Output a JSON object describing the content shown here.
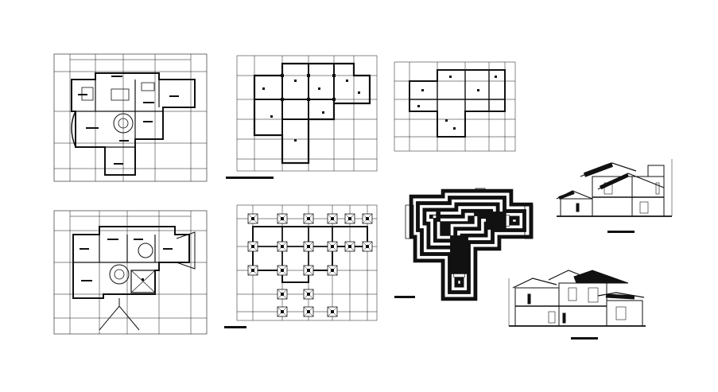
{
  "sheet": {
    "background": "#ffffff",
    "ink": "#111111",
    "panels": [
      {
        "id": "ground-floor-plan",
        "kind": "floor-plan"
      },
      {
        "id": "first-floor-plan",
        "kind": "floor-plan"
      },
      {
        "id": "beam-layout-a",
        "kind": "structural-grid"
      },
      {
        "id": "beam-layout-b",
        "kind": "structural-grid"
      },
      {
        "id": "column-footing-plan",
        "kind": "foundation-plan"
      },
      {
        "id": "roof-plan",
        "kind": "roof-plan"
      },
      {
        "id": "section-elevation-a",
        "kind": "section"
      },
      {
        "id": "section-elevation-b",
        "kind": "section"
      }
    ]
  }
}
